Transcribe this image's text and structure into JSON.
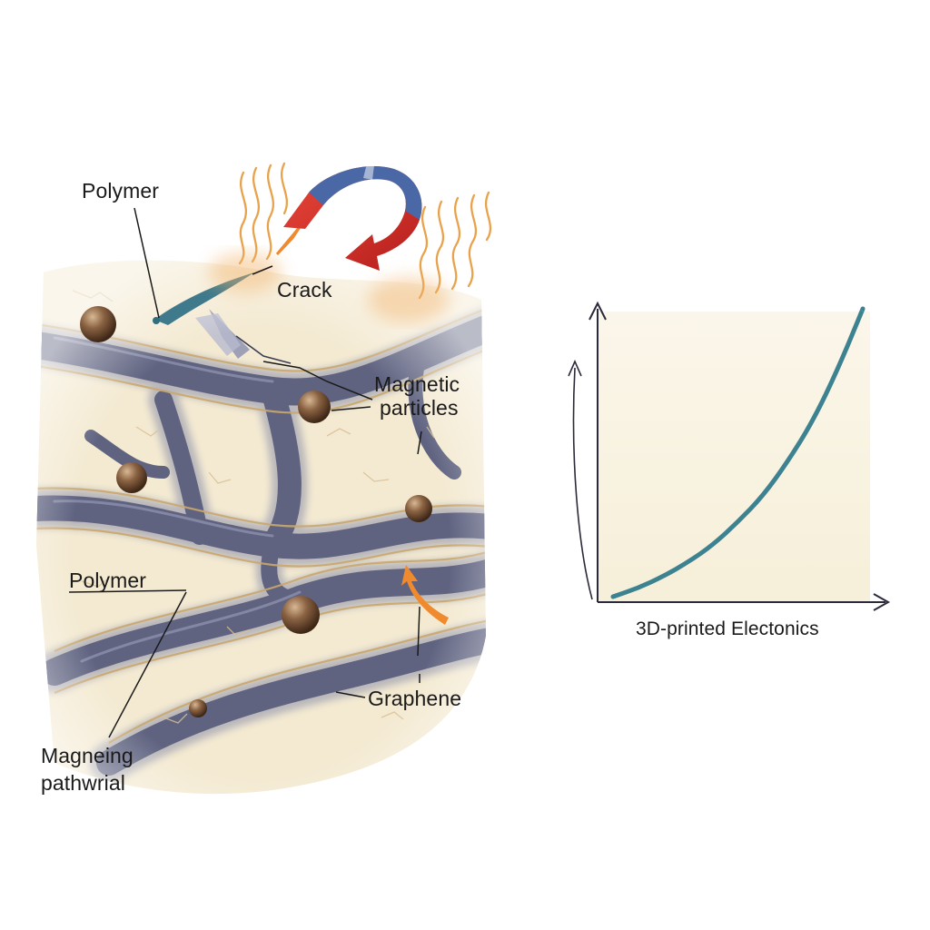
{
  "labels": {
    "polymer_top": "Polymer",
    "crack": "Crack",
    "magnetic_line1": "Magnetic",
    "magnetic_line2": "particles",
    "polymer_mid": "Polymer",
    "graphene": "Graphene",
    "pathway_line1": "Magneing",
    "pathway_line2": "pathwrial"
  },
  "chart_data": {
    "type": "line",
    "xlabel": "3D-printed Electonics",
    "ylabel": "",
    "title": "",
    "axis_ticks": "none",
    "grid": false,
    "curve": "exponential-growth",
    "series": [
      {
        "x": [
          0,
          0.1,
          0.2,
          0.3,
          0.4,
          0.5,
          0.6,
          0.7,
          0.8,
          0.9,
          1.0
        ],
        "y": [
          0.0,
          0.03,
          0.07,
          0.12,
          0.18,
          0.26,
          0.35,
          0.47,
          0.61,
          0.79,
          1.0
        ]
      }
    ]
  },
  "colors": {
    "polymer": "#f4ead2",
    "polymer_edge": "#c9a86e",
    "graphene": "#5f6380",
    "particle": "#7a5638",
    "curve": "#3d8290",
    "arrow_red": "#d8322a",
    "arrow_blue": "#4a68a6",
    "heat": "#e8a24c",
    "accent_orange": "#ef8a2e"
  }
}
